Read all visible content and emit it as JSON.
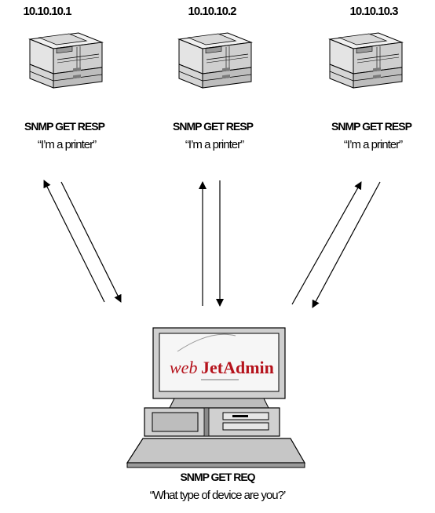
{
  "printers": [
    {
      "ip": "10.10.10.1",
      "response": "SNMP GET RESP",
      "reply": "“I’m a printer”"
    },
    {
      "ip": "10.10.10.2",
      "response": "SNMP GET RESP",
      "reply": "“I’m a printer”"
    },
    {
      "ip": "10.10.10.3",
      "response": "SNMP GET RESP",
      "reply": "“I’m a printer”"
    }
  ],
  "manager": {
    "logo_web": "web",
    "logo_jetadmin": "JetAdmin",
    "request": "SNMP GET REQ",
    "question": "“What type of device are you?’"
  },
  "colors": {
    "logo_red": "#b5121b",
    "line": "#000000"
  }
}
